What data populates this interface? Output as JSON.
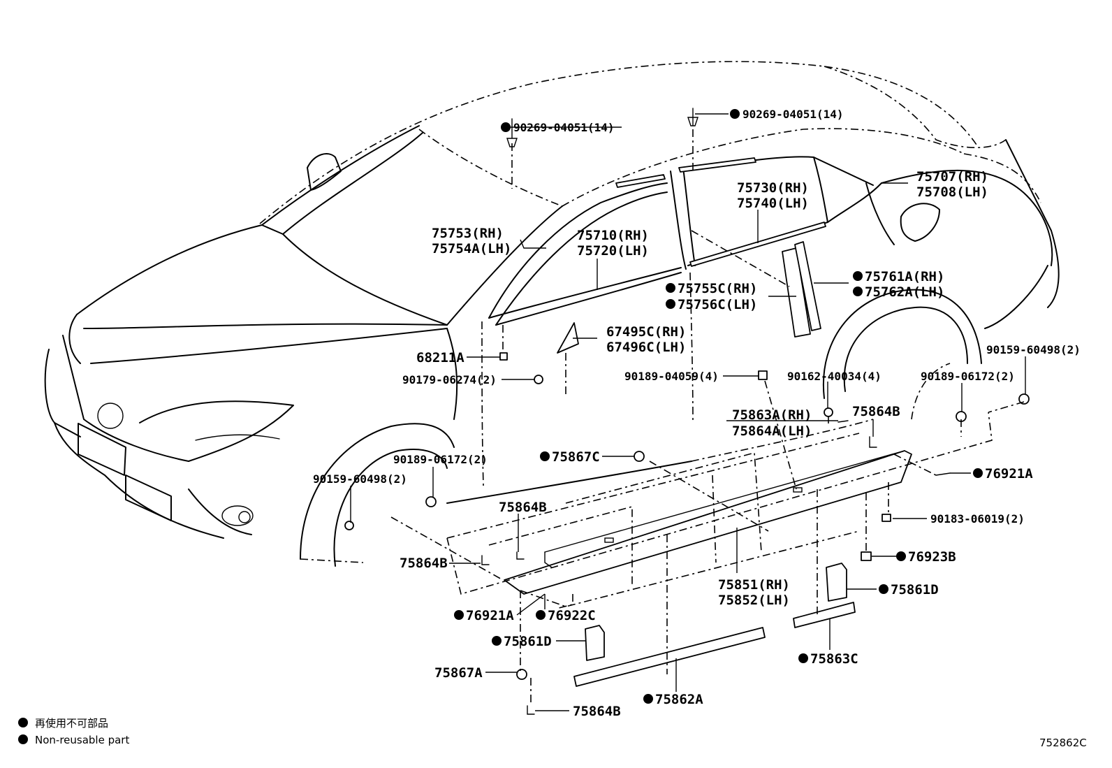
{
  "labels": {
    "l1": {
      "dot": true,
      "text": "90269-04051(14)"
    },
    "l2": {
      "dot": true,
      "text": "90269-04051(14)"
    },
    "l3a": {
      "dot": false,
      "text": "75707(RH)"
    },
    "l3b": {
      "dot": false,
      "text": "75708(LH)"
    },
    "l4a": {
      "dot": false,
      "text": "75730(RH)"
    },
    "l4b": {
      "dot": false,
      "text": "75740(LH)"
    },
    "l5a": {
      "dot": false,
      "text": "75753(RH)"
    },
    "l5b": {
      "dot": false,
      "text": "75754A(LH)"
    },
    "l6a": {
      "dot": false,
      "text": "75710(RH)"
    },
    "l6b": {
      "dot": false,
      "text": "75720(LH)"
    },
    "l7a": {
      "dot": true,
      "text": "75761A(RH)"
    },
    "l7b": {
      "dot": true,
      "text": "75762A(LH)"
    },
    "l8a": {
      "dot": true,
      "text": "75755C(RH)"
    },
    "l8b": {
      "dot": true,
      "text": "75756C(LH)"
    },
    "l9a": {
      "dot": false,
      "text": "67495C(RH)"
    },
    "l9b": {
      "dot": false,
      "text": "67496C(LH)"
    },
    "l10": {
      "dot": false,
      "text": "68211A"
    },
    "l11": {
      "dot": false,
      "text": "90179-06274(2)"
    },
    "l12": {
      "dot": false,
      "text": "90189-04059(4)"
    },
    "l13": {
      "dot": false,
      "text": "90162-40034(4)"
    },
    "l14": {
      "dot": false,
      "text": "90189-06172(2)"
    },
    "l15": {
      "dot": false,
      "text": "90159-60498(2)"
    },
    "l16a": {
      "dot": false,
      "text": "75863A(RH)"
    },
    "l16b": {
      "dot": false,
      "text": "75864A(LH)"
    },
    "l17": {
      "dot": false,
      "text": "75864B"
    },
    "l18": {
      "dot": true,
      "text": "75867C"
    },
    "l19": {
      "dot": false,
      "text": "90189-06172(2)"
    },
    "l20": {
      "dot": false,
      "text": "90159-60498(2)"
    },
    "l21": {
      "dot": true,
      "text": "76921A"
    },
    "l22": {
      "dot": false,
      "text": "90183-06019(2)"
    },
    "l23": {
      "dot": false,
      "text": "75864B"
    },
    "l24": {
      "dot": false,
      "text": "75864B"
    },
    "l25": {
      "dot": true,
      "text": "76923B"
    },
    "l26a": {
      "dot": false,
      "text": "75851(RH)"
    },
    "l26b": {
      "dot": false,
      "text": "75852(LH)"
    },
    "l27": {
      "dot": true,
      "text": "75861D"
    },
    "l28": {
      "dot": true,
      "text": "76921A"
    },
    "l29": {
      "dot": true,
      "text": "76922C"
    },
    "l30": {
      "dot": true,
      "text": "75861D"
    },
    "l31": {
      "dot": true,
      "text": "75863C"
    },
    "l32": {
      "dot": false,
      "text": "75867A"
    },
    "l33": {
      "dot": true,
      "text": "75862A"
    },
    "l34": {
      "dot": false,
      "text": "75864B"
    }
  },
  "legend": {
    "jp": "再使用不可部品",
    "en": "Non-reusable part"
  },
  "diagram_code": "752862C"
}
